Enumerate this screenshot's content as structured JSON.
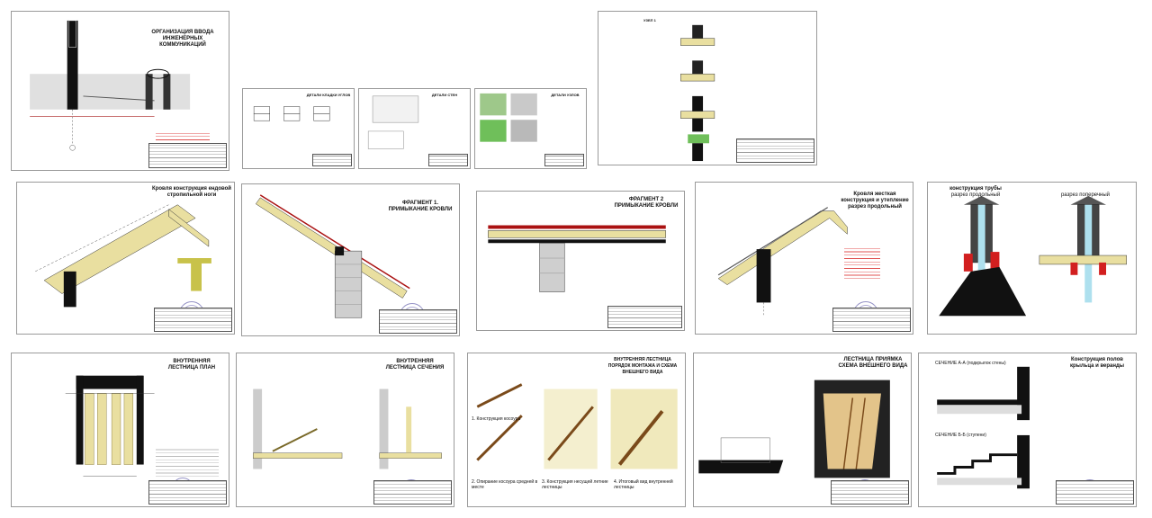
{
  "sheets": {
    "s1": {
      "title": "ОРГАНИЗАЦИЯ ВВОДА ИНЖЕНЕРНЫХ КОММУНИКАЦИЙ"
    },
    "s2": {
      "title": "ДЕТАЛИ КЛАДКИ УГЛОВ"
    },
    "s3": {
      "title": "ДЕТАЛИ СТЕН"
    },
    "s4": {
      "title": "ДЕТАЛИ УЗЛОВ"
    },
    "s5": {
      "title": "УЗЕЛ 1"
    },
    "s6": {
      "title": "Кровля конструкция ендовой стропильной ноги"
    },
    "s7": {
      "title": "ФРАГМЕНТ 1. ПРИМЫКАНИЕ КРОВЛИ"
    },
    "s8": {
      "title": "ФРАГМЕНТ 2 ПРИМЫКАНИЕ КРОВЛИ"
    },
    "s9": {
      "title": "Кровля жесткая конструкция и утепление разрез продольный"
    },
    "s10": {
      "title": "конструкция трубы",
      "sub1": "разрез продольный",
      "sub2": "разрез поперечный"
    },
    "s11": {
      "title": "ВНУТРЕННЯЯ ЛЕСТНИЦА ПЛАН"
    },
    "s12": {
      "title": "ВНУТРЕННЯЯ ЛЕСТНИЦА СЕЧЕНИЯ"
    },
    "s13": {
      "title": "ВНУТРЕННЯЯ ЛЕСТНИЦА ПОРЯДОК МОНТАЖА И СХЕМА ВНЕШНЕГО ВИДА",
      "cap1": "1. Конструкция косоура",
      "cap2": "2. Опирание косоура средней в месте",
      "cap3": "3. Конструкция несущей летние лестницы",
      "cap4": "4. Итоговый вид внутренней лестницы"
    },
    "s14": {
      "title": "ЛЕСТНИЦА ПРИЯМКА СХЕМА ВНЕШНЕГО ВИДА"
    },
    "s15": {
      "title": "Конструкция полов крыльца и веранды",
      "sec1": "СЕЧЕНИЕ А-А (подкрылок стены)",
      "sec2": "СЕЧЕНИЕ Б-Б (ступени)"
    }
  },
  "colors": {
    "red": "#d21f1f",
    "wood": "#e9dfa0",
    "insulation": "#c8c24a",
    "seal": "#7b78b8",
    "black": "#111111",
    "grey": "#b0b0b0"
  }
}
